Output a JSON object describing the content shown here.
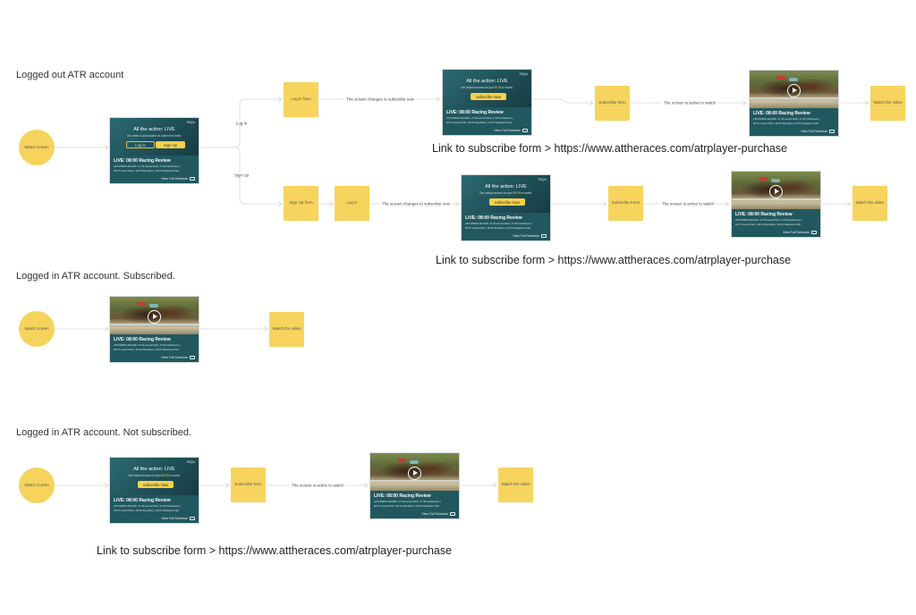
{
  "sections": {
    "logged_out": "Logged out ATR account",
    "subscribed": "Logged in ATR account. Subscribed.",
    "not_subscribed": "Logged in ATR account. Not subscribed."
  },
  "nodes": {
    "watch_screen": "Watch screen",
    "login_form": "Log in form",
    "signup_form": "Sign Up form",
    "log_in": "Log in",
    "subscribe_form": "Subscribe form",
    "subscribe_form_cap": "Subscribe Form",
    "watch_video": "Watch the video"
  },
  "edges": {
    "log_in": "Log In",
    "sign_up": "Sign Up",
    "changes_to_subscribe": "The screen changes to subscribe now",
    "active_to_watch": "The screen is active to watch"
  },
  "notes": {
    "subscribe_link": "Link to subscribe form > https://www.attheraces.com/atrplayer-purchase"
  },
  "card": {
    "faq": "FAQ's",
    "headline": "All the action: LIVE",
    "need_sub": "You need a subscription to watch the video.",
    "offer_prefix": "Get instant access for just",
    "price": "£9.99",
    "offer_suffix": "a month.",
    "login_btn": "Log In",
    "signup_btn": "Sign Up",
    "subscribe_btn": "Subscribe Now",
    "live_title": "LIVE: 08:00 Racing Review",
    "races_line1": "UPCOMING RACES: 17:40 Laurel Park | 17:50 Gulfstream |",
    "races_line2": "18:07 Laurel Park | 18:10 Woodbine | 18:15 Delaware Park",
    "schedule": "View Full Schedule"
  },
  "colors": {
    "node_yellow": "#f5d35c",
    "card_teal": "#21585f",
    "button_yellow": "#f5d14b",
    "connector_gray": "#d6d6d6"
  }
}
